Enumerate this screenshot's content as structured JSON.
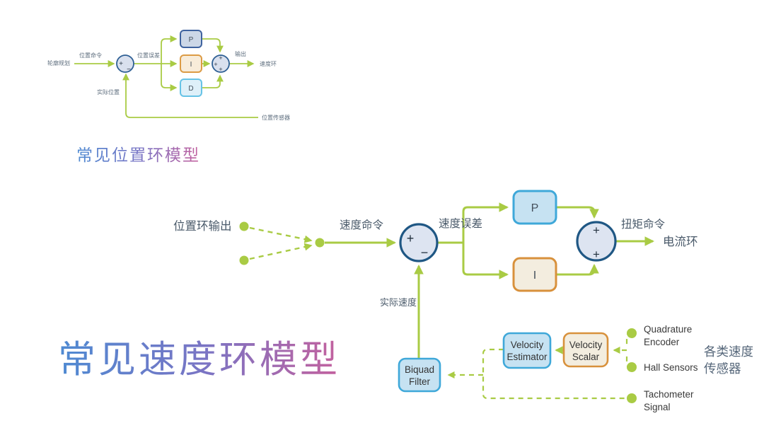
{
  "page": {
    "background": "#ffffff"
  },
  "colors": {
    "line_green": "#a9cb44",
    "junction_fill": "#dde4f1",
    "junction_stroke": "#1f5784",
    "blue_block_fill": "#c6e2f2",
    "blue_block_stroke": "#3fa8d9",
    "orange_block_fill": "#f3eddf",
    "orange_block_stroke": "#d8913c",
    "top_p_fill": "#ccd7e7",
    "top_p_stroke": "#3f639f",
    "top_d_fill": "#def0f9",
    "top_d_stroke": "#66c3e6",
    "label_gray": "#5f6f7f",
    "sensor_text": "#3a3a3a",
    "title_gradient_start": "#4e8ad2",
    "title_gradient_mid": "#7a74c4",
    "title_gradient_end": "#c4619e"
  },
  "symbols": {
    "plus": "+",
    "minus": "−"
  },
  "position_loop": {
    "title": "常见位置环模型",
    "source_label": "轮廓规划",
    "command_label": "位置命令",
    "error_label": "位置误差",
    "feedback_label": "实际位置",
    "output_label": "输出",
    "next_stage_label": "速度环",
    "sensor_label": "位置传感器",
    "p_block": "P",
    "i_block": "I",
    "d_block": "D"
  },
  "velocity_loop": {
    "title": "常见速度环模型",
    "input_label": "位置环输出",
    "command_label": "速度命令",
    "error_label": "速度误差",
    "feedback_label": "实际速度",
    "torque_label": "扭矩命令",
    "next_stage_label": "电流环",
    "p_block": "P",
    "i_block": "I",
    "biquad_line1": "Biquad",
    "biquad_line2": "Filter",
    "estimator_line1": "Velocity",
    "estimator_line2": "Estimator",
    "scalar_line1": "Velocity",
    "scalar_line2": "Scalar",
    "sensor_quadrature_line1": "Quadrature",
    "sensor_quadrature_line2": "Encoder",
    "sensor_hall": "Hall Sensors",
    "sensor_tachometer_line1": "Tachometer",
    "sensor_tachometer_line2": "Signal",
    "sensor_group_line1": "各类速度",
    "sensor_group_line2": "传感器"
  }
}
